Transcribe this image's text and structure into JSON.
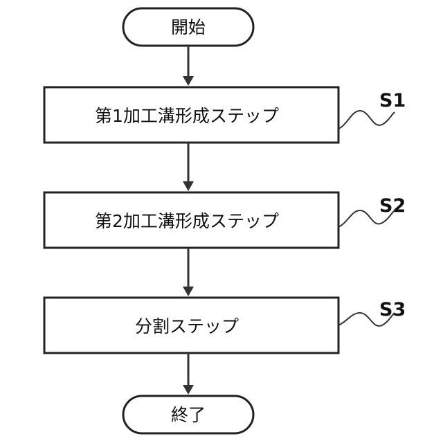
{
  "flowchart": {
    "start": {
      "label": "開始"
    },
    "steps": [
      {
        "id": "S1",
        "label": "第1加工溝形成ステップ"
      },
      {
        "id": "S2",
        "label": "第2加工溝形成ステップ"
      },
      {
        "id": "S3",
        "label": "分割ステップ"
      }
    ],
    "end": {
      "label": "終了"
    }
  }
}
